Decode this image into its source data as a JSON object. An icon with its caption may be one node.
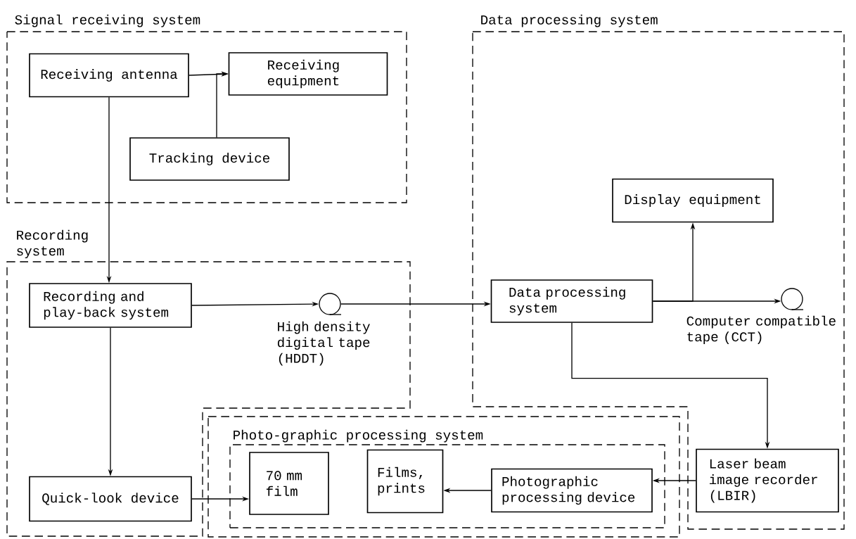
{
  "diagram": {
    "nodes": [
      {
        "text": [
          "Signal receiving system"
        ]
      },
      {
        "text": [
          "Receiving antenna"
        ],
        "in": 0
      },
      {
        "text": [
          "Receiving equipment"
        ],
        "in": 0
      },
      {
        "text": [
          "Tracking device"
        ],
        "in": 0
      },
      {
        "text": [
          "Data processing system"
        ]
      },
      {
        "text": [
          "Display equipment"
        ],
        "in": 4
      },
      {
        "text": [
          "Data processing system"
        ],
        "in": 4
      },
      {
        "text": [],
        "shape": "circle",
        "beside": [
          "Computer compatible tape (CCT)"
        ],
        "in": 4
      },
      {
        "text": [
          "Laser beam image recorder (LBIR)"
        ],
        "in": 4
      },
      {
        "text": [
          "Recording system"
        ]
      },
      {
        "text": [
          "Recording and play-back system"
        ],
        "in": 9
      },
      {
        "text": [],
        "shape": "circle",
        "beside": [
          "High density digital tape (HDDT)"
        ],
        "in": 9
      },
      {
        "text": [
          "Quick-look device"
        ],
        "in": 9
      },
      {
        "text": [
          "Photo-graphic processing system"
        ]
      },
      {
        "text": [],
        "shape": "box",
        "in": 13
      },
      {
        "text": [
          "70 mm film"
        ],
        "in": 14
      },
      {
        "text": [
          "Films, prints"
        ],
        "in": 14
      },
      {
        "text": [
          "Photographic processing device"
        ],
        "in": 14
      }
    ],
    "edges": [
      {
        "from": 1,
        "to": 2,
        "arrow": "to"
      },
      {
        "from": 3,
        "to": 2,
        "arrow": "to"
      },
      {
        "from": 1,
        "to": 10,
        "arrow": "to"
      },
      {
        "from": 10,
        "to": 11,
        "arrow": "to"
      },
      {
        "from": 11,
        "to": 6,
        "arrow": "to"
      },
      {
        "from": 6,
        "to": 5,
        "arrow": "to"
      },
      {
        "from": 6,
        "to": 7,
        "arrow": "to"
      },
      {
        "from": 6,
        "to": 8,
        "arrow": "to"
      },
      {
        "from": 10,
        "to": 12,
        "arrow": "to"
      },
      {
        "from": 12,
        "to": 15,
        "arrow": "to"
      },
      {
        "from": 8,
        "to": 17,
        "arrow": "to"
      },
      {
        "from": 17,
        "to": 16,
        "arrow": "to"
      }
    ]
  }
}
